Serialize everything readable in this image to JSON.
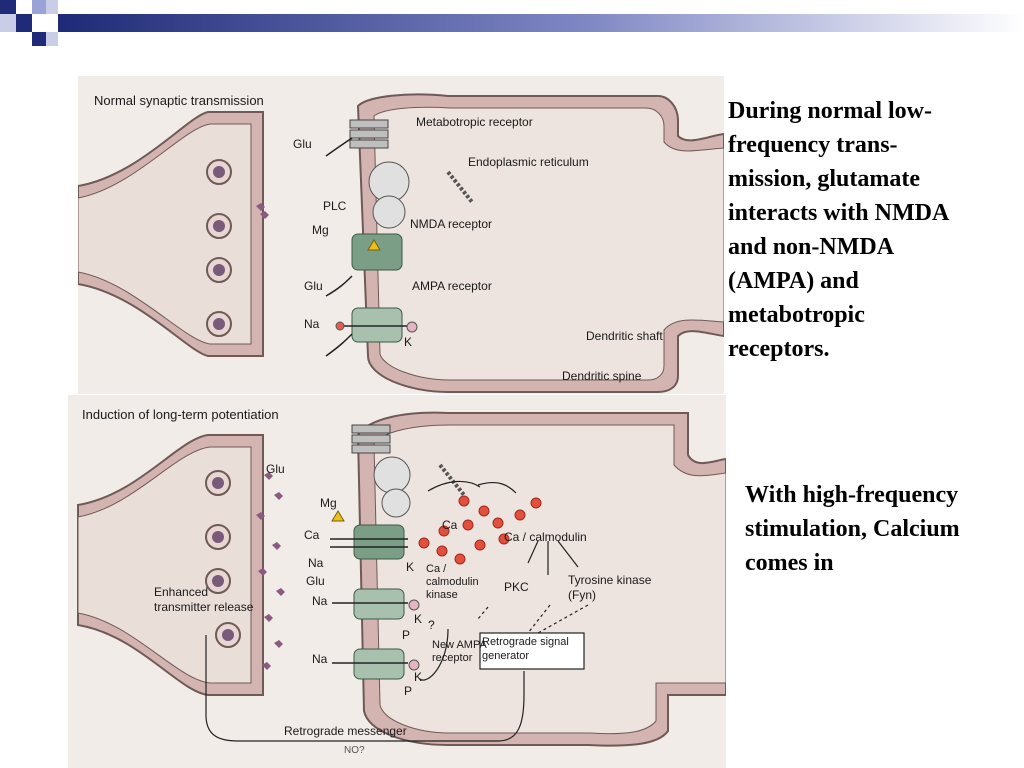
{
  "colors": {
    "accent_navy": "#1f2a78",
    "accent_light": "#9aa3d6",
    "membrane": "#d4b4b0",
    "membrane_stroke": "#6f5a58",
    "receptor_green": "#7a9e86",
    "calcium_red": "#e0503c"
  },
  "top_panel": {
    "title": "Normal synaptic transmission",
    "labels": {
      "glu1": "Glu",
      "metabotropic": "Metabotropic receptor",
      "er": "Endoplasmic reticulum",
      "plc": "PLC",
      "mg": "Mg",
      "nmda": "NMDA receptor",
      "glu2": "Glu",
      "ampa": "AMPA receptor",
      "na": "Na",
      "k": "K",
      "dendritic_shaft": "Dendritic shaft",
      "dendritic_spine": "Dendritic spine"
    }
  },
  "bottom_panel": {
    "title": "Induction of long-term potentiation",
    "labels": {
      "glu": "Glu",
      "mg": "Mg",
      "ca_left": "Ca",
      "na1": "Na",
      "glu2": "Glu",
      "na2": "Na",
      "na3": "Na",
      "enhanced_release": "Enhanced transmitter release",
      "ca_inside": "Ca",
      "ca_calmodulin": "Ca / calmodulin",
      "k1": "K",
      "k2": "K",
      "k3": "K",
      "camk": "Ca / calmodulin kinase",
      "pkc": "PKC",
      "tyrosine": "Tyrosine kinase (Fyn)",
      "question": "?",
      "p1": "P",
      "p2": "P",
      "new_ampa": "New AMPA receptor",
      "retrograde_gen": "Retrograde signal generator",
      "retrograde_msg": "Retrograde messenger",
      "no": "NO?"
    }
  },
  "text": {
    "para1": "During normal low-frequency trans-mission, glutamate interacts with NMDA and non-NMDA (AMPA) and metabotropic receptors.",
    "para2": "With high-frequency stimulation, Calcium comes in"
  }
}
